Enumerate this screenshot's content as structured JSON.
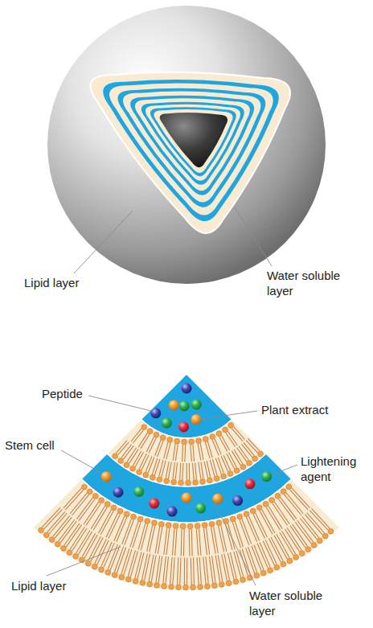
{
  "diagram": {
    "labels": [
      "Lipid layer",
      "Water soluble layer",
      "Peptide",
      "Plant extract",
      "Stem cell",
      "Lightening agent",
      "Lipid layer",
      "Water soluble layer"
    ]
  }
}
